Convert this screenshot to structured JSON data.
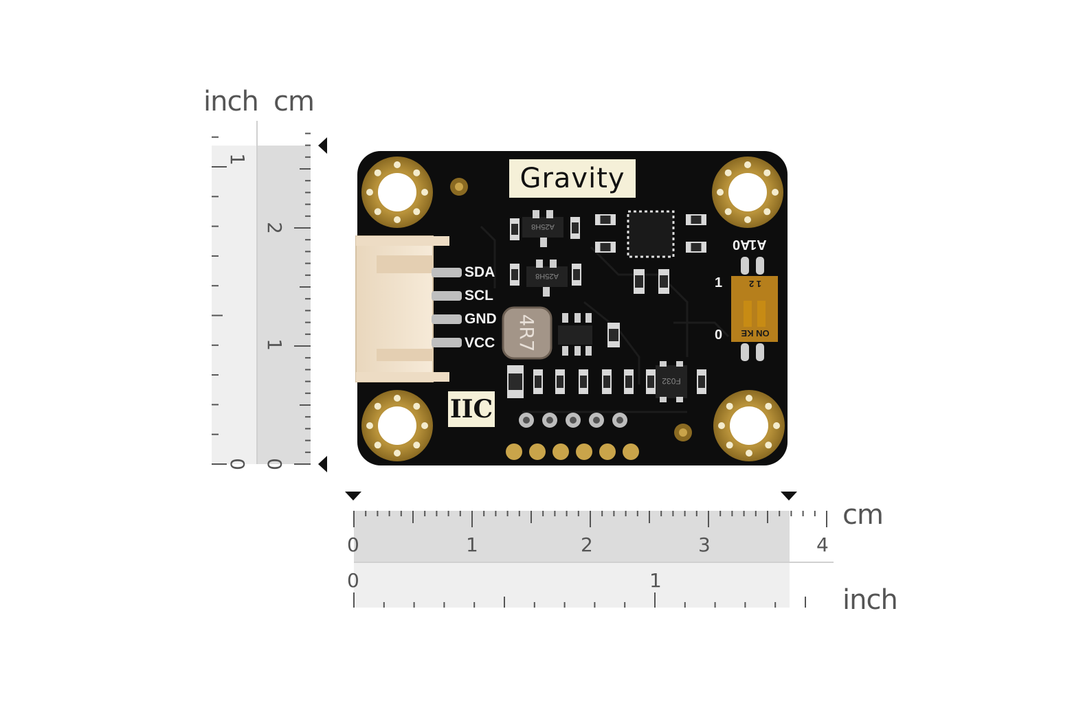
{
  "rulers": {
    "vertical": {
      "inch_label": "inch",
      "cm_label": "cm",
      "inch_ticks": [
        "0",
        "1"
      ],
      "cm_ticks": [
        "0",
        "1",
        "2"
      ]
    },
    "horizontal": {
      "cm_label": "cm",
      "inch_label": "inch",
      "cm_ticks": [
        "0",
        "1",
        "2",
        "3",
        "4"
      ],
      "inch_ticks": [
        "0",
        "1"
      ]
    }
  },
  "board": {
    "brand": "Gravity",
    "interface": "IIC",
    "pins": [
      "SDA",
      "SCL",
      "GND",
      "VCC"
    ],
    "inductor": "4R7",
    "address_labels": [
      "A1",
      "A0"
    ],
    "switch_states": [
      "1",
      "0"
    ],
    "switch_text": "ON KE",
    "switch_numbers": "1 2",
    "chip_text": "A25H8",
    "ic_text": "F032",
    "colors": {
      "pcb": "#0d0d0d",
      "gold": "#c9a44a",
      "connector": "#f1e2cc",
      "silk": "#f2f2f2",
      "logo_bg": "#f5f0d8"
    }
  }
}
